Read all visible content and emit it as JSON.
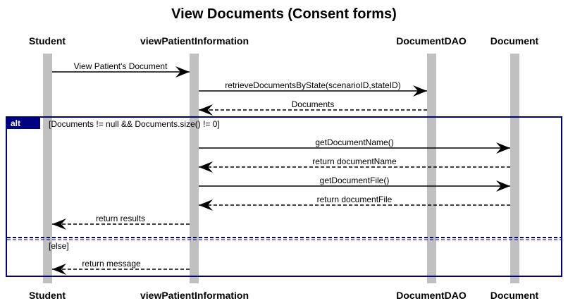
{
  "diagram": {
    "title": "View Documents (Consent forms)",
    "colors": {
      "lifeline": "#c0c0c0",
      "frame": "#000080",
      "line": "#000000"
    },
    "participants": [
      {
        "id": "student",
        "name": "Student"
      },
      {
        "id": "vpi",
        "name": "viewPatientInformation"
      },
      {
        "id": "dao",
        "name": "DocumentDAO"
      },
      {
        "id": "doc",
        "name": "Document"
      }
    ],
    "messages": [
      {
        "from": "student",
        "to": "vpi",
        "label": "View Patient's Document",
        "kind": "sync"
      },
      {
        "from": "vpi",
        "to": "dao",
        "label": "retrieveDocumentsByState(scenarioID,stateID)",
        "kind": "sync"
      },
      {
        "from": "dao",
        "to": "vpi",
        "label": "Documents",
        "kind": "return"
      },
      {
        "from": "vpi",
        "to": "doc",
        "label": "getDocumentName()",
        "kind": "sync"
      },
      {
        "from": "doc",
        "to": "vpi",
        "label": "return documentName",
        "kind": "return"
      },
      {
        "from": "vpi",
        "to": "doc",
        "label": "getDocumentFile()",
        "kind": "sync"
      },
      {
        "from": "doc",
        "to": "vpi",
        "label": "return documentFile",
        "kind": "return"
      },
      {
        "from": "vpi",
        "to": "student",
        "label": "return results",
        "kind": "return"
      },
      {
        "from": "vpi",
        "to": "student",
        "label": "return message",
        "kind": "return"
      }
    ],
    "fragment": {
      "operator": "alt",
      "guard": "[Documents != null && Documents.size() != 0]",
      "else_guard": "[else]"
    }
  }
}
